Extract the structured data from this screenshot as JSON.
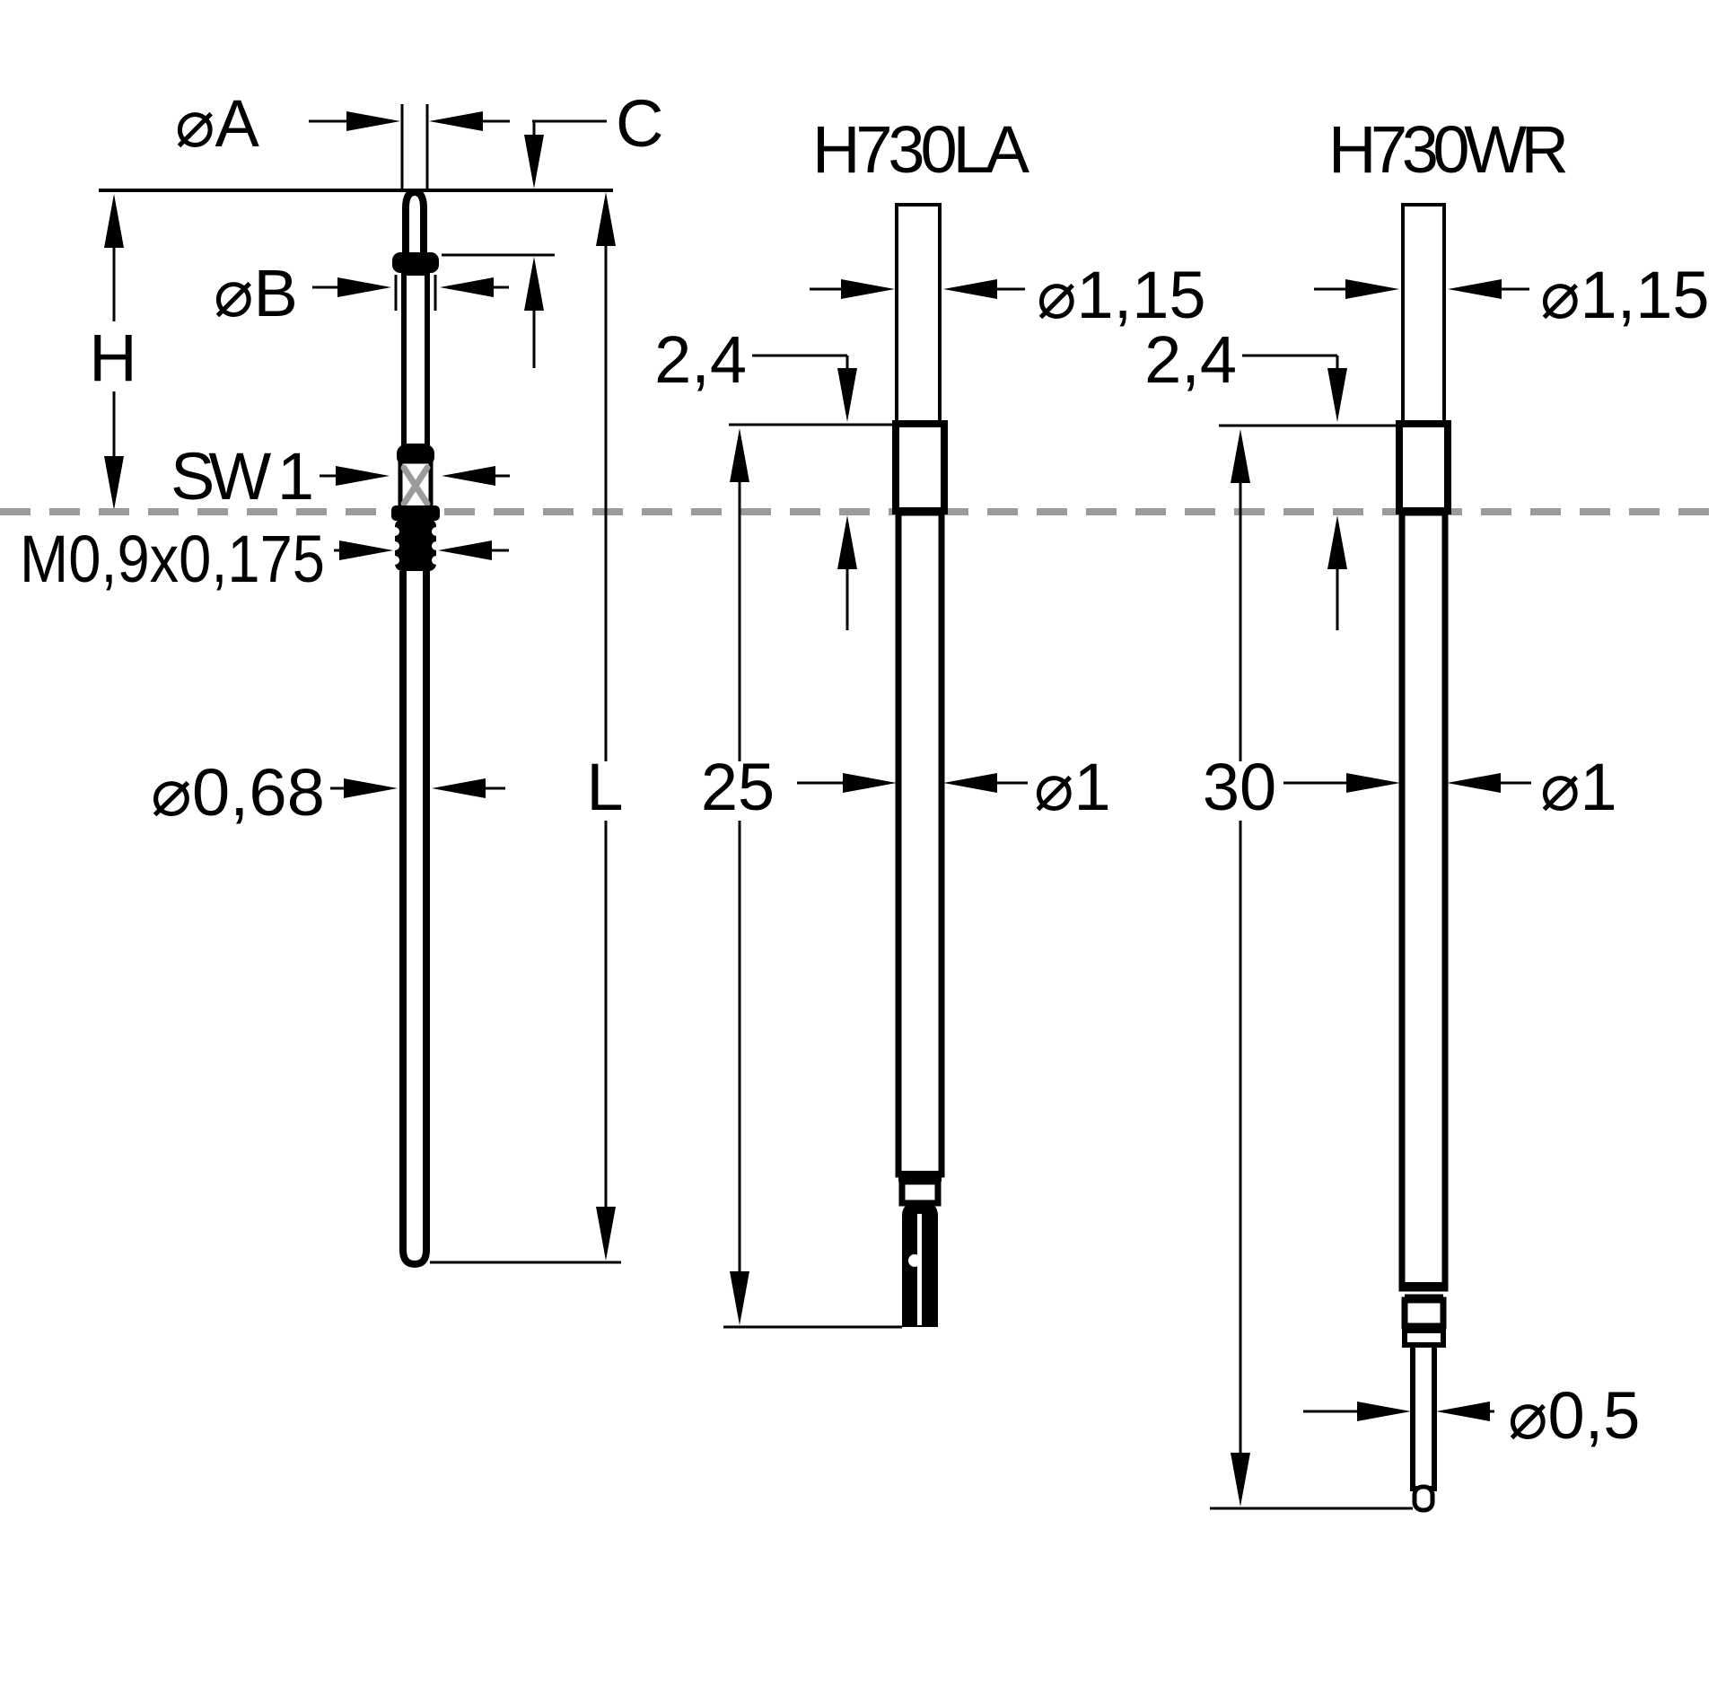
{
  "drawing": {
    "titles": {
      "model_left": "H730LA",
      "model_right": "H730WR"
    },
    "generic_view": {
      "tip_diameter": "⌀A",
      "tip_length": "C",
      "collar_diameter": "⌀B",
      "head_height": "H",
      "hex_size": "SW 1",
      "thread_spec": "M0,9x0,175",
      "shaft_diameter": "⌀0,68",
      "total_length": "L"
    },
    "h730la_view": {
      "post_diameter": "⌀1,15",
      "protrusion": "2,4",
      "body_length": "25",
      "barrel_diameter": "⌀1"
    },
    "h730wr_view": {
      "post_diameter": "⌀1,15",
      "protrusion": "2,4",
      "body_length": "30",
      "barrel_diameter": "⌀1",
      "plunger_diameter": "⌀0,5"
    },
    "colors": {
      "ink": "#000000",
      "construction_gray": "#9b9b9b",
      "background": "#ffffff"
    }
  }
}
